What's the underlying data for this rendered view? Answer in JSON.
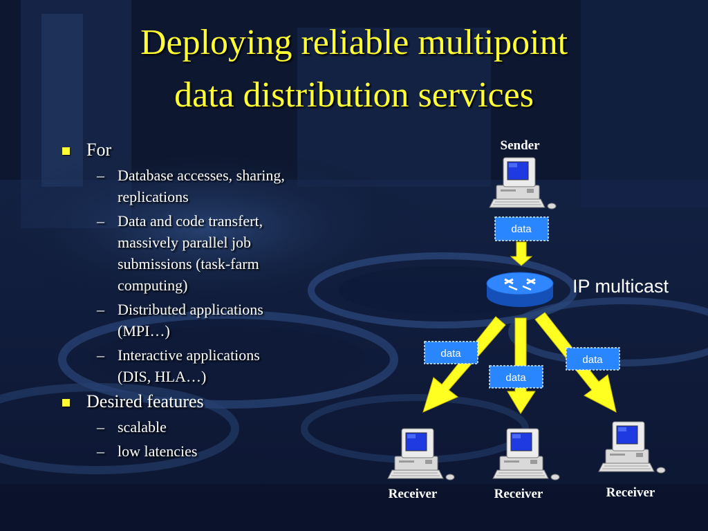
{
  "slide": {
    "title_line1": "Deploying reliable multipoint",
    "title_line2": "data distribution services",
    "title_color": "#ffff33",
    "bullets": [
      {
        "label": "For",
        "subs": [
          [
            "Database accesses, sharing,",
            "replications"
          ],
          [
            "Data and code transfert,",
            "massively parallel job",
            "submissions (task-farm",
            "computing)"
          ],
          [
            "Distributed applications",
            "(MPI…)"
          ],
          [
            "Interactive applications",
            "(DIS, HLA…)"
          ]
        ]
      },
      {
        "label": "Desired features",
        "subs": [
          [
            "scalable"
          ],
          [
            "low latencies"
          ]
        ]
      }
    ],
    "dash": "–"
  },
  "diagram": {
    "sender_label": "Sender",
    "router_label": "IP multicast",
    "packet_label": "data",
    "receiver_labels": [
      "Receiver",
      "Receiver",
      "Receiver"
    ],
    "arrow_color": "#ffff22",
    "packet_color": "#2a86ff",
    "router_color": "#1f6fe0"
  },
  "icons": {
    "bullet": "square-bullet-icon",
    "computer": "desktop-computer-icon",
    "router": "router-icon"
  }
}
